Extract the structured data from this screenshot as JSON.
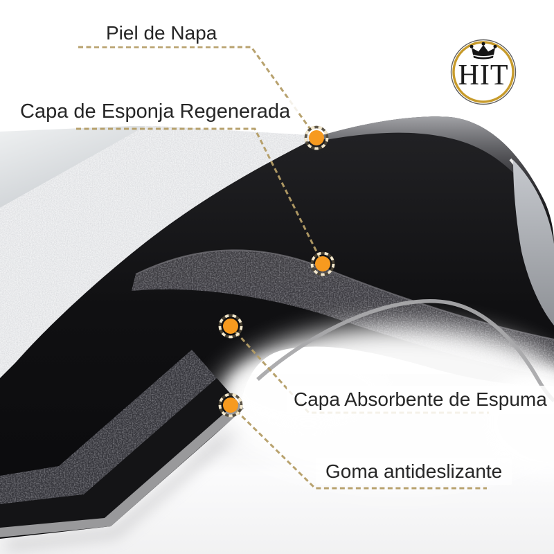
{
  "figure": {
    "labels": [
      {
        "id": "napa",
        "text": "Piel de Napa"
      },
      {
        "id": "esponja",
        "text": "Capa de Esponja Regenerada"
      },
      {
        "id": "absorbente",
        "text": "Capa Absorbente de Espuma"
      },
      {
        "id": "goma",
        "text": "Goma antideslizante"
      }
    ],
    "logo": {
      "text": "HIT",
      "icon": "crown-icon"
    },
    "colors": {
      "marker_orange": "#f79a1f",
      "leader_tan": "#b49d66",
      "logo_gold": "#c79b2b",
      "label_text": "#262626"
    }
  }
}
